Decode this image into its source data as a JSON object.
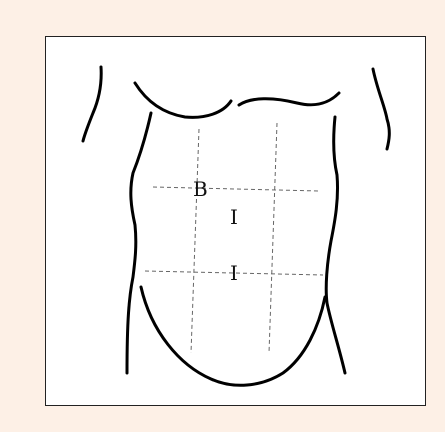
{
  "colors": {
    "page_background": "#fdf0e6",
    "frame_background": "#ffffff",
    "outline": "#000000",
    "grid_line": "#666666"
  },
  "labels": {
    "upper_left": "B",
    "center": "I",
    "lower_center": "I"
  }
}
